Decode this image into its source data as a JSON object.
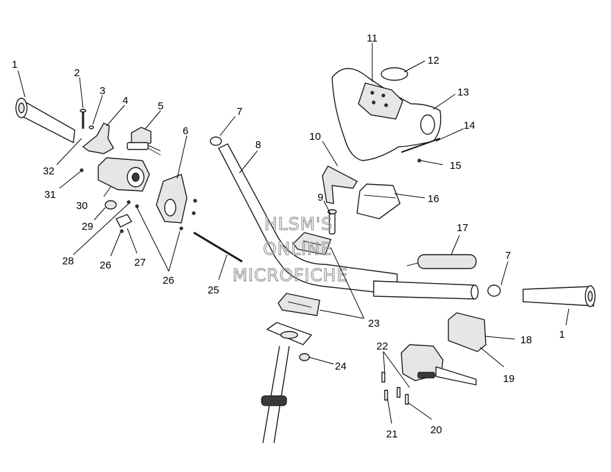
{
  "watermark": [
    "HLSM'S",
    "ONLINE",
    "MICROFICHE"
  ],
  "callouts": [
    "1",
    "2",
    "3",
    "4",
    "5",
    "6",
    "7",
    "8",
    "9",
    "10",
    "11",
    "12",
    "13",
    "14",
    "15",
    "16",
    "17",
    "7",
    "1",
    "18",
    "19",
    "20",
    "21",
    "22",
    "23",
    "24",
    "25",
    "26",
    "27",
    "28",
    "29",
    "30",
    "31",
    "32",
    "26"
  ]
}
